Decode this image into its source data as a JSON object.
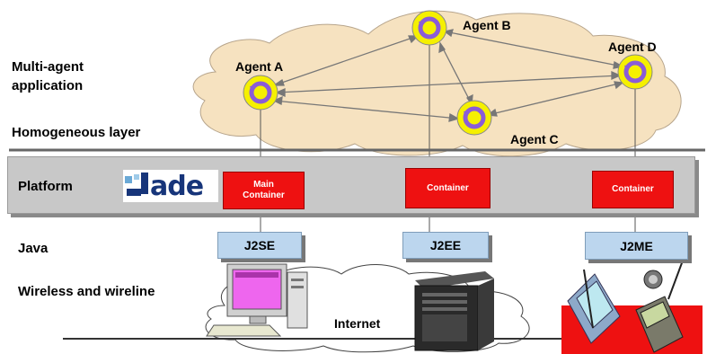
{
  "left_labels": {
    "multi_agent": "Multi-agent",
    "application": "application",
    "homogeneous": "Homogeneous layer",
    "platform": "Platform",
    "java": "Java",
    "wireless": "Wireless and wireline"
  },
  "agents": {
    "a": "Agent A",
    "b": "Agent B",
    "c": "Agent C",
    "d": "Agent D"
  },
  "containers": {
    "main_line1": "Main",
    "main_line2": "Container",
    "c2": "Container",
    "c3": "Container"
  },
  "java_boxes": {
    "se": "J2SE",
    "ee": "J2EE",
    "me": "J2ME"
  },
  "internet_label": "Internet",
  "logo_text": "ade",
  "colors": {
    "container_red": "#ee1111",
    "java_blue": "#bcd6ee",
    "agent_yellow": "#f5f000",
    "agent_purple": "#8a5cd8",
    "cloud": "#f6e2c0",
    "platform_gray": "#c8c8c8"
  }
}
